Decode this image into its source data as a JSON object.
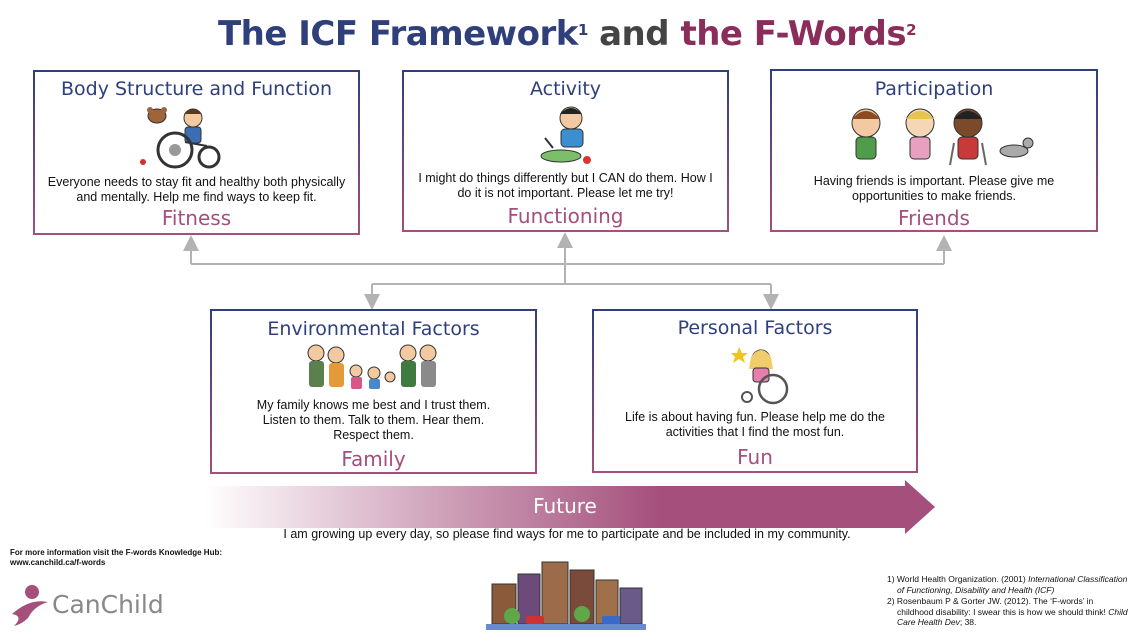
{
  "title": {
    "part1": "The ICF Framework",
    "sup1": "1",
    "part2": "and",
    "part3": "the F-Words",
    "sup2": "2"
  },
  "cards": {
    "body": {
      "heading": "Body Structure and Function",
      "text": "Everyone needs to stay fit and healthy both physically and mentally. Help me find ways to keep fit.",
      "fword": "Fitness"
    },
    "activity": {
      "heading": "Activity",
      "text": "I might do things differently but I CAN do them. How I do it is not important. Please let me try!",
      "fword": "Functioning"
    },
    "participation": {
      "heading": "Participation",
      "text": "Having friends is important. Please give me opportunities to make friends.",
      "fword": "Friends"
    },
    "environmental": {
      "heading": "Environmental Factors",
      "text": "My family knows me best and I trust them. Listen to them. Talk to them. Hear them. Respect them.",
      "fword": "Family"
    },
    "personal": {
      "heading": "Personal Factors",
      "text": "Life is about having fun. Please help me do the activities that I find the most fun.",
      "fword": "Fun"
    }
  },
  "future": {
    "label": "Future",
    "tagline": "I am growing up every day, so please find ways for me to participate and be included in my community."
  },
  "footer": {
    "info_line1": "For more information visit the F-words Knowledge Hub:",
    "info_line2": "www.canchild.ca/f-words",
    "logo": "CanChild",
    "ref1_prefix": "1) World Health Organization. (2001) ",
    "ref1_title": "International Classification of Functioning, Disability and Health (ICF)",
    "ref2_prefix": "2) Rosenbaum P & Gorter JW. (2012). The ‘F-words’ in childhood disability: I swear this is how we should think! ",
    "ref2_journal": "Child Care Health Dev",
    "ref2_suffix": "; 38."
  },
  "colors": {
    "navy": "#2e3f7c",
    "plum": "#a44f7c",
    "arrow_grey": "#b3b3b3"
  },
  "icons": [
    "boy-wheelchair-dog-icon",
    "child-eating-icon",
    "friends-with-dog-icon",
    "family-group-icon",
    "girl-wheelchair-icon",
    "city-skyline-icon",
    "canchild-logo-icon"
  ]
}
